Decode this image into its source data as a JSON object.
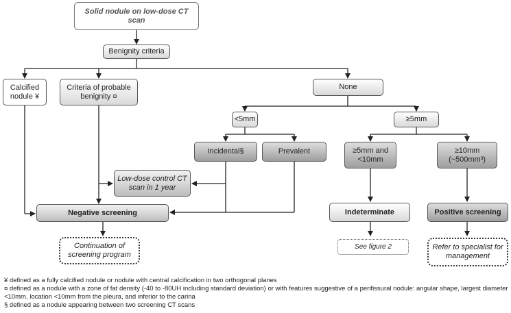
{
  "nodes": {
    "root": "Solid nodule on low-dose CT scan",
    "benignity_criteria": "Benignity criteria",
    "calcified_nodule": "Calcified nodule ¥",
    "probable_benignity": "Criteria of probable benignity ¤",
    "none": "None",
    "lt5mm": "<5mm",
    "ge5mm": "≥5mm",
    "incidental": "Incidental§",
    "prevalent": "Prevalent",
    "ge5_lt10": "≥5mm and <10mm",
    "ge10": "≥10mm (~500mm³)",
    "low_dose_control": "Low-dose control CT scan in 1 year",
    "negative_screening": "Negative screening",
    "indeterminate": "Indeterminate",
    "positive_screening": "Positive screening",
    "continuation": "Continuation of screening program",
    "see_figure": "See figure 2",
    "refer_specialist": "Refer to specialist for management"
  },
  "footnotes": [
    "¥ defined as a fully calcified nodule or nodule with central calcification in two orthogonal planes",
    "¤ defined as a nodule with a zone of fat density (-40 to -80UH including standard deviation) or with features suggestive of a perifissural nodule: angular shape, largest diameter <10mm, location <10mm from the pleura, and inferior to the carina",
    "§ defined as a nodule appearing between two screening CT scans"
  ]
}
